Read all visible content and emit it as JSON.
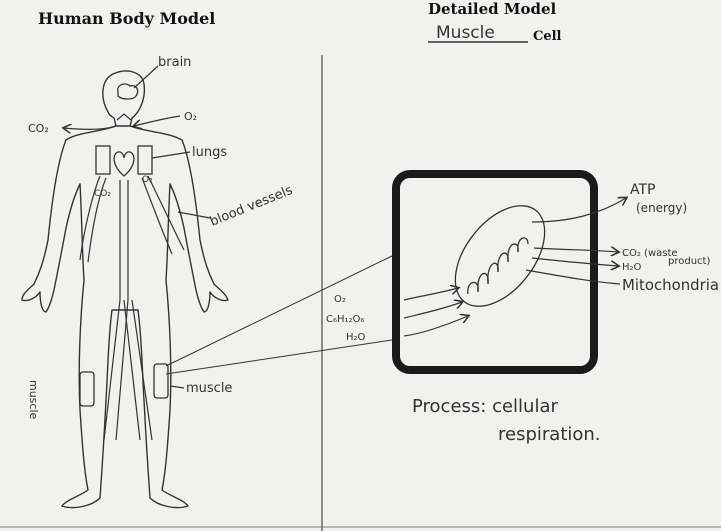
{
  "headings": {
    "left": "Human Body Model",
    "right_top": "Detailed Model",
    "right_fill": "Muscle",
    "right_suffix": "Cell"
  },
  "body_labels": {
    "brain": "brain",
    "co2": "CO₂",
    "o2": "O₂",
    "lungs": "lungs",
    "blood_vessels": "blood vessels",
    "muscle_right": "muscle",
    "muscle_left": "muscle",
    "vessel_o2": "O₂",
    "vessel_co2": "CO₂"
  },
  "cell_labels": {
    "input_o2": "O₂",
    "input_glucose": "C₆H₁₂O₆",
    "input_h2o": "H₂O",
    "output_atp": "ATP",
    "output_atp_note": "(energy)",
    "output_co2": "CO₂ (waste",
    "output_h2o": "H₂O",
    "output_waste_note": "product)",
    "mitochondria": "Mitochondria",
    "process_label": "Process: cellular",
    "process_value": "respiration."
  },
  "colors": {
    "ink": "#333333",
    "paper": "#f1f1ef",
    "cell_border": "#1a1a1a"
  }
}
